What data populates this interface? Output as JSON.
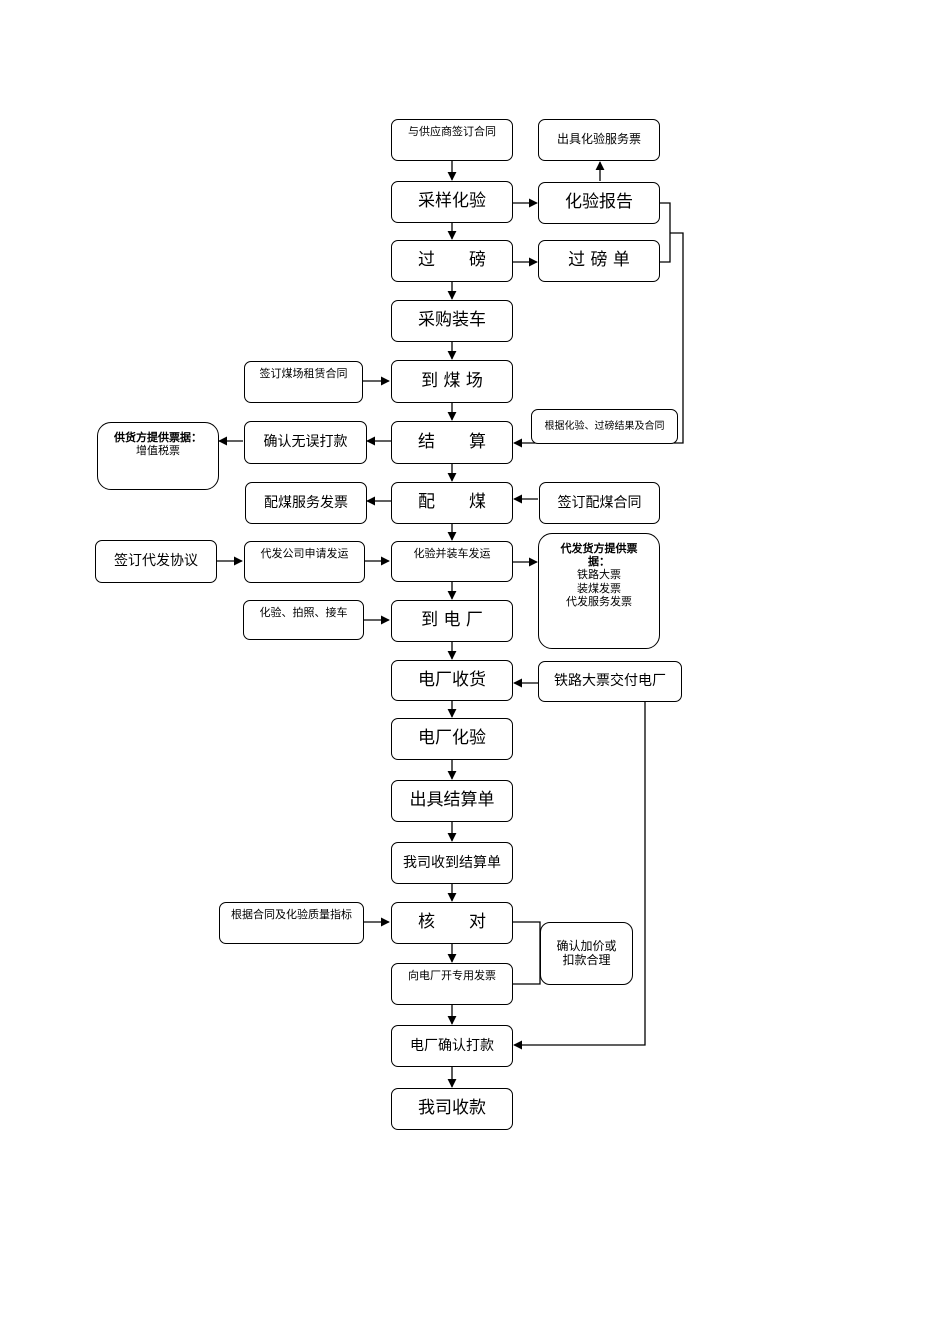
{
  "main": {
    "sign_contract": "与供应商签订合同",
    "sampling": "采样化验",
    "weighing": "过　　磅",
    "purchase_loading": "采购装车",
    "arrive_yard": "到 煤 场",
    "settlement": "结　　算",
    "blending": "配　　煤",
    "test_ship": "化验并装车发运",
    "arrive_plant": "到 电 厂",
    "plant_receive": "电厂收货",
    "plant_test": "电厂化验",
    "issue_statement": "出具结算单",
    "receive_statement": "我司收到结算单",
    "verify": "核　　对",
    "invoice_plant": "向电厂开专用发票",
    "plant_payment": "电厂确认打款",
    "company_receipt": "我司收款"
  },
  "right": {
    "service_invoice": "出具化验服务票",
    "lab_report": "化验报告",
    "weigh_slip": "过 磅 单",
    "basis": "根据化验、过磅结果及合同",
    "blend_contract": "签订配煤合同",
    "agent_docs_title": "代发货方提供票据：",
    "agent_docs_lines": [
      "铁路大票",
      "装煤发票",
      "代发服务发票"
    ],
    "rail_ticket": "铁路大票交付电厂",
    "price_confirm": "确认加价或扣款合理"
  },
  "left": {
    "yard_lease": "签订煤场租赁合同",
    "supplier_docs_title": "供货方提供票据：",
    "supplier_docs_line": "增值税票",
    "confirm_pay": "确认无误打款",
    "blend_invoice": "配煤服务发票",
    "agency_agreement": "签订代发协议",
    "agent_apply": "代发公司申请发运",
    "test_photo": "化验、拍照、接车",
    "contract_quality": "根据合同及化验质量指标"
  }
}
